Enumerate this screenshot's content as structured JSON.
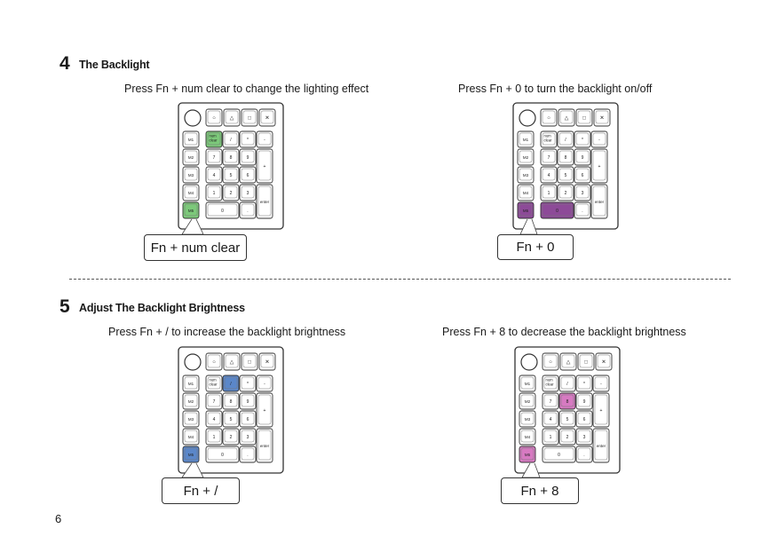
{
  "sections": [
    {
      "number": "4",
      "title": "The Backlight",
      "instructions": [
        {
          "text": "Press Fn +  num clear to change the lighting effect",
          "callout": "Fn + num clear",
          "highlight": "#7cc97a",
          "key": "numclear"
        },
        {
          "text": "Press Fn + 0 to turn the backlight on/off",
          "callout": "Fn   +   0",
          "highlight": "#8d4a98",
          "key": "zero"
        }
      ]
    },
    {
      "number": "5",
      "title": "Adjust The Backlight Brightness",
      "instructions": [
        {
          "text": "Press Fn + / to increase the backlight brightness",
          "callout": "Fn   +   /",
          "highlight": "#5b87c9",
          "key": "slash"
        },
        {
          "text": "Press Fn + 8 to decrease the backlight brightness",
          "callout": "Fn   +   8",
          "highlight": "#d77ac2",
          "key": "eight"
        }
      ]
    }
  ],
  "keypad": {
    "top_icons": [
      "○",
      "△",
      "□",
      "✕"
    ],
    "macro_keys": [
      "M1",
      "M2",
      "M3",
      "M4",
      "M5"
    ],
    "num_clear": "num clear",
    "slash": "/",
    "asterisk": "*",
    "minus": "-",
    "row2": [
      "7",
      "8",
      "9"
    ],
    "plus": "+",
    "row3": [
      "4",
      "5",
      "6"
    ],
    "row4": [
      "1",
      "2",
      "3"
    ],
    "enter": "enter",
    "zero": "0",
    "dot": "."
  },
  "page_number": "6"
}
